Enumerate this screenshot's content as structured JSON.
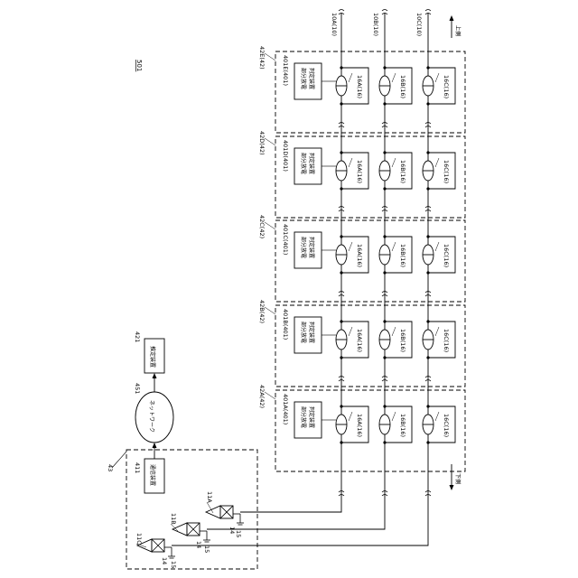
{
  "figure_label": "501",
  "direction": {
    "upper": "上側",
    "lower": "下側"
  },
  "cables": [
    "10A(10)",
    "10B(10)",
    "10C(10)"
  ],
  "modules": [
    {
      "label": "42A(42)",
      "device_ref": "401A(401)"
    },
    {
      "label": "42B(42)",
      "device_ref": "401B(401)"
    },
    {
      "label": "42C(42)",
      "device_ref": "401C(401)"
    },
    {
      "label": "42D(42)",
      "device_ref": "401D(401)"
    },
    {
      "label": "42E(42)",
      "device_ref": "401E(401)"
    }
  ],
  "device_name_line1": "部分放電",
  "device_name_line2": "判定装置",
  "sensor_labels": [
    "16A(16)",
    "16B(16)",
    "16C(16)"
  ],
  "terminations": [
    "11A",
    "11B",
    "11C"
  ],
  "termination_numbers": {
    "insulator": "14",
    "ground": "15"
  },
  "station": {
    "label": "43",
    "comm_ref": "411",
    "comm_name": "通信装置"
  },
  "network": {
    "ref": "451",
    "name": "ネットワーク"
  },
  "estimator": {
    "ref": "421",
    "name": "推定装置"
  }
}
